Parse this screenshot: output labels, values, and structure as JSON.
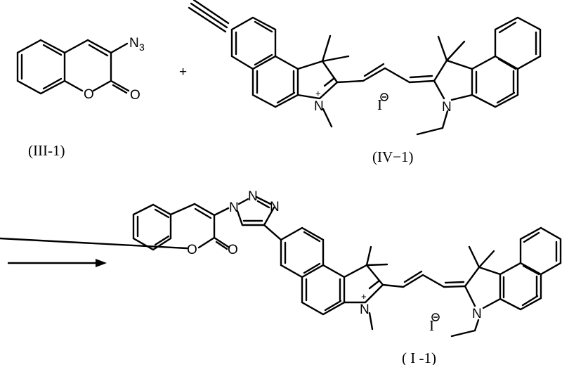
{
  "reaction": {
    "plus_sign": "+",
    "arrow": "→",
    "compounds": [
      {
        "id": "III-1",
        "label": "(III-1)",
        "name": "3-azidocoumarin",
        "atoms": [
          "N3",
          "O",
          "O"
        ]
      },
      {
        "id": "IV-1",
        "label": "(IV−1)",
        "name": "alkyne-functionalized benzo[e]indole cyanine iodide",
        "atoms": [
          "N",
          "N",
          "I"
        ],
        "counter_ion": "I⊖"
      },
      {
        "id": "I-1",
        "label": "( I -1)",
        "name": "coumarin-triazole cyanine iodide product",
        "atoms": [
          "N",
          "N",
          "N",
          "O",
          "O",
          "N",
          "N",
          "I"
        ],
        "counter_ion": "I⊖"
      }
    ]
  },
  "text": {
    "n3": "N",
    "n3_sub": "3",
    "o": "O",
    "n": "N",
    "i": "I",
    "charge_plus": "+",
    "charge_minus": "−",
    "label_iii1": "(III-1)",
    "label_iv1": "(IV−1)",
    "label_i1": "( I -1)",
    "plus": "+"
  }
}
